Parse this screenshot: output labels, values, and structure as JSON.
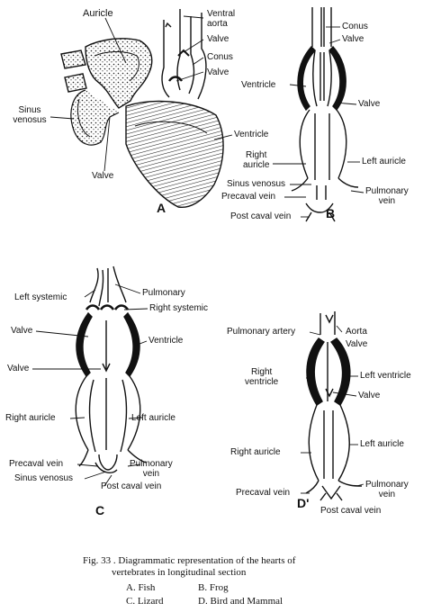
{
  "figure_A": {
    "label": "A",
    "parts": {
      "auricle": "Auricle",
      "ventral_aorta": "Ventral\naorta",
      "valve_top": "Valve",
      "conus": "Conus",
      "valve_mid": "Valve",
      "sinus_venosus": "Sinus\nvenosus",
      "ventricle": "Ventricle",
      "valve_bottom": "Valve"
    }
  },
  "figure_B": {
    "label": "B",
    "parts": {
      "conus": "Conus",
      "valve_top": "Valve",
      "ventricle": "Ventricle",
      "valve_mid": "Valve",
      "right_auricle": "Right\nauricle",
      "left_auricle": "Left auricle",
      "sinus_venosus": "Sinus venosus",
      "precaval_vein": "Precaval vein",
      "pulmonary_vein": "Pulmonary\nvein",
      "post_caval_vein": "Post caval vein"
    }
  },
  "figure_C": {
    "label": "C",
    "parts": {
      "left_systemic": "Left systemic",
      "pulmonary": "Pulmonary",
      "right_systemic": "Right systemic",
      "valve_top": "Valve",
      "ventricle": "Ventricle",
      "valve_mid": "Valve",
      "right_auricle": "Right auricle",
      "left_auricle": "Left auricle",
      "precaval_vein": "Precaval vein",
      "pulmonary_vein": "Pulmonary\nvein",
      "sinus_venosus": "Sinus venosus",
      "post_caval_vein": "Post caval vein"
    }
  },
  "figure_D": {
    "label": "D'",
    "parts": {
      "pulmonary_artery": "Pulmonary artery",
      "aorta": "Aorta",
      "valve_top": "Valve",
      "right_ventricle": "Right\nventricle",
      "left_ventricle": "Left ventricle",
      "valve_mid": "Valve",
      "right_auricle": "Right auricle",
      "left_auricle": "Left auricle",
      "precaval_vein": "Precaval vein",
      "pulmonary_vein": "Pulmonary\nvein",
      "post_caval_vein": "Post caval vein"
    }
  },
  "caption": {
    "line1": "Fig. 33 . Diagrammatic representation of the hearts of",
    "line2": "vertebrates in longitudinal section",
    "legend": [
      "A. Fish",
      "B. Frog",
      "C. Lizard",
      "D. Bird and Mammal"
    ]
  }
}
